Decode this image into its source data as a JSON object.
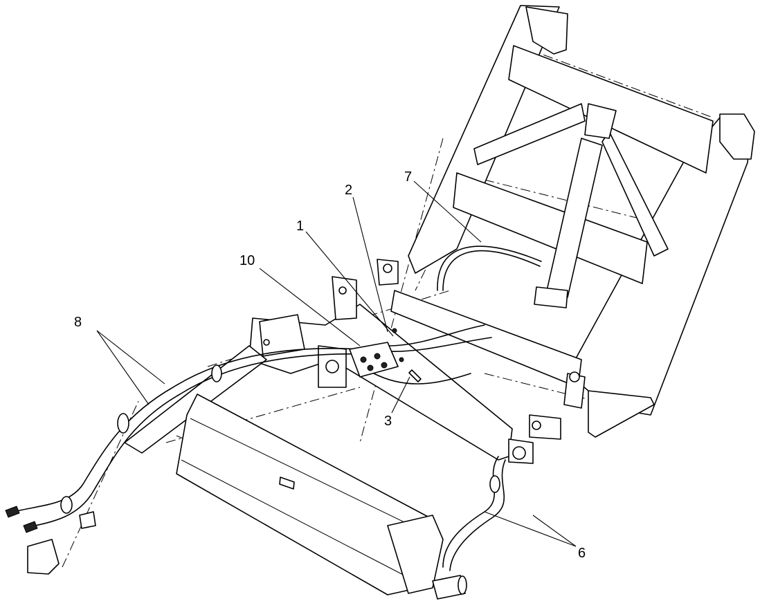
{
  "callouts": [
    {
      "id": "c1",
      "label": "1"
    },
    {
      "id": "c2",
      "label": "2"
    },
    {
      "id": "c3",
      "label": "3"
    },
    {
      "id": "c6",
      "label": "6"
    },
    {
      "id": "c7",
      "label": "7"
    },
    {
      "id": "c8",
      "label": "8"
    },
    {
      "id": "c10",
      "label": "10"
    }
  ]
}
